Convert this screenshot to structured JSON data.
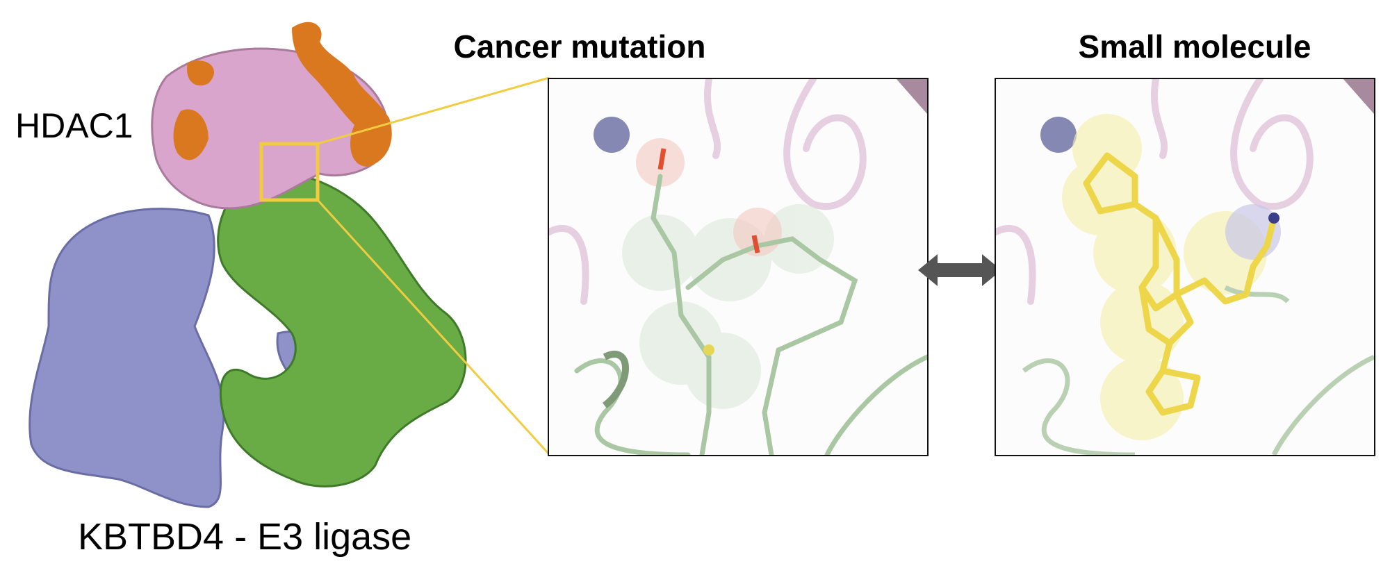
{
  "labels": {
    "hdac1": "HDAC1",
    "e3_ligase": "KBTBD4 - E3 ligase"
  },
  "panels": [
    {
      "title": "Cancer mutation"
    },
    {
      "title": "Small molecule"
    }
  ],
  "colors": {
    "hdac1_pink": "#d9a5cc",
    "hdac1_orange": "#d9781e",
    "kbtbd4_blue": "#8f92c9",
    "kbtbd4_green": "#69ab45",
    "highlight_yellow": "#f2cc40",
    "ligand_yellow": "#f0df5a",
    "arrow_gray": "#555555"
  }
}
